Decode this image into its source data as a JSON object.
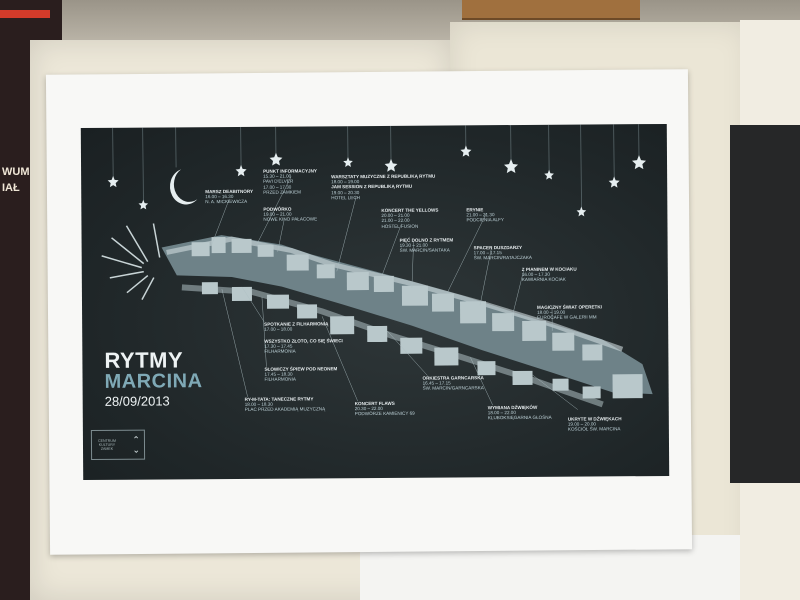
{
  "scene": {
    "left_poster_lines": [
      "WUM",
      "IAŁ"
    ]
  },
  "poster": {
    "title_line1": "RYTMY",
    "title_line2": "MARCINA",
    "date": "28/09/2013",
    "logo_lines": [
      "CENTRUM",
      "KULTURY",
      "ZAMEK"
    ],
    "events": [
      {
        "title": "MARSZ DEABITNORY",
        "time": "16.00 – 16.30",
        "place": "N. A. MICKIEWICZA"
      },
      {
        "title": "PUNKT INFORMACYJNY",
        "time": "15.30 – 21.00",
        "place": "PAVI D'ELVER"
      },
      {
        "title": "",
        "time": "17.00 – 17.30",
        "place": "PRZED ZAMKIEM"
      },
      {
        "title": "PODWÓRKO",
        "time": "19.00 – 21.00",
        "place": "NOWE KINO PAŁACOWE"
      },
      {
        "title": "WARSZTATY MUZYCZNE Z REPUBLIKĄ RYTMU",
        "time": "18.00 – 19.00",
        "place": ""
      },
      {
        "title": "JAM SESSION Z REPUBLIKĄ RYTMU",
        "time": "19.00 – 20.30",
        "place": "HOTEL LECH"
      },
      {
        "title": "KONCERT THE YELLOWS",
        "time": "20.00 – 21.00",
        "place": "HOSTEL FUSION"
      },
      {
        "title": "",
        "time": "21.00 – 22.00",
        "place": ""
      },
      {
        "title": "ERYNIE",
        "time": "21.00 – 21.30",
        "place": "PODCIENIA ALFY"
      },
      {
        "title": "PIĘĆ DOLNO Z RYTMEM",
        "time": "19.30 – 21.00",
        "place": "ŚW. MARCIN/SANTAKA"
      },
      {
        "title": "SPACER DUSZDARZY",
        "time": "17.00 – 17.15",
        "place": "ŚW. MARCIN/RATAJCZAKA"
      },
      {
        "title": "Z PIANINEM W KOCIAKU",
        "time": "16.00 – 17.30",
        "place": "KAWIARNIA KOCIAK"
      },
      {
        "title": "MAGICZNY ŚWIAT OPERETKI",
        "time": "18.00 – 19.00",
        "place": "EUROCAFE W GALERII MM"
      },
      {
        "title": "SPOTKANIE Z FILHARMONIĄ",
        "time": "17.00 – 18.00",
        "place": ""
      },
      {
        "title": "WSZYSTKO ZŁOTO, CO SIĘ ŚWIECI",
        "time": "17.30 – 17.45",
        "place": "FILHARMONIA"
      },
      {
        "title": "SŁOWICZY ŚPIEW POD NEONEM",
        "time": "17.45 – 18.30",
        "place": "FILHARMONIA"
      },
      {
        "title": "RY-M-TATA: TANECZNE RYTMY",
        "time": "18.00 – 18.30",
        "place": "PLAC PRZED AKADEMIĄ MUZYCZNĄ"
      },
      {
        "title": "KONCERT FLAWS",
        "time": "20.30 – 22.00",
        "place": "PODWÓRZE KAMIENICY 69"
      },
      {
        "title": "ORKIESTRA GARNCARSKA",
        "time": "16.45 – 17.15",
        "place": "ŚW. MARCIN/GARNCARSKA"
      },
      {
        "title": "WYMIANA DŹWIĘKÓW",
        "time": "18.00 – 22.00",
        "place": "KLUBOKSIĘGARNIA GŁOŚNA"
      },
      {
        "title": "UKRYTE W DŹWIĘKACH",
        "time": "19.00 – 20.00",
        "place": "KOŚCIÓŁ ŚW. MARCINA"
      }
    ]
  },
  "colors": {
    "poster_bg": "#1f2628",
    "accent": "#7fa9b6",
    "label": "#e8eef0"
  }
}
